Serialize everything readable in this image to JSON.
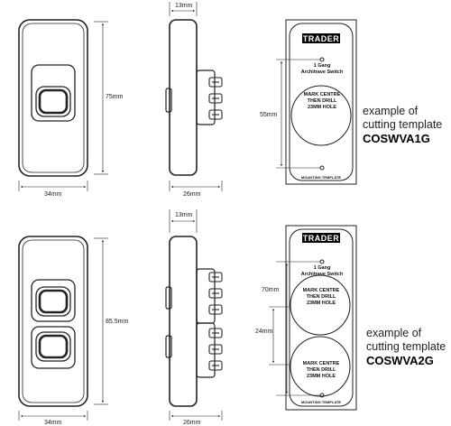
{
  "brand_label": "TRADER",
  "template_footer": "MOUNTING TEMPLATE",
  "top_model": {
    "front_width": "34mm",
    "front_height": "75mm",
    "side_depth_top": "13mm",
    "side_depth_bottom": "26mm",
    "template_title_1": "1 Gang",
    "template_title_2": "Architrave Switch",
    "drill_1": "MARK CENTRE",
    "drill_2": "THEN DRILL",
    "drill_3": "23MM HOLE",
    "spacing": "55mm",
    "caption_1": "example of",
    "caption_2": "cutting template",
    "code": "COSWVA1G"
  },
  "bottom_model": {
    "front_width": "34mm",
    "front_height": "85.5mm",
    "side_depth_top": "13mm",
    "side_depth_bottom": "26mm",
    "template_title_1": "1 Gang",
    "template_title_2": "Architrave Switch",
    "drill_1": "MARK CENTRE",
    "drill_2": "THEN DRILL",
    "drill_3": "23MM HOLE",
    "spacing_top": "70mm",
    "spacing_mid": "24mm",
    "caption_1": "example of",
    "caption_2": "cutting template",
    "code": "COSWVA2G"
  }
}
